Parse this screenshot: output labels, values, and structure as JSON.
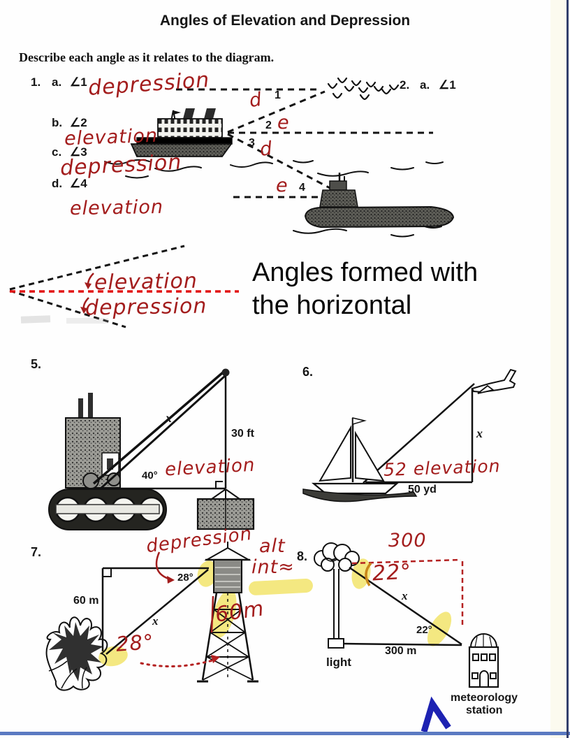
{
  "page": {
    "title": "Angles of Elevation and Depression",
    "instruction": "Describe each angle as it relates to the diagram."
  },
  "problem1": {
    "number": "1.",
    "parts": [
      {
        "label": "a.",
        "angle": "∠1",
        "answer": "depression"
      },
      {
        "label": "b.",
        "angle": "∠2",
        "answer": "elevation"
      },
      {
        "label": "c.",
        "angle": "∠3",
        "answer": "depression"
      },
      {
        "label": "d.",
        "angle": "∠4",
        "answer": "elevation"
      }
    ]
  },
  "problem2": {
    "number": "2.",
    "part_label": "a.",
    "angle": "∠1"
  },
  "ship_diagram": {
    "angle_1": "1",
    "angle_2": "2",
    "angle_3": "3",
    "angle_4": "4",
    "red_1": "d",
    "red_2": "e",
    "red_3": "d",
    "red_4": "e"
  },
  "key_diagram": {
    "elevation_label": "elevation",
    "depression_label": "depression",
    "caption_line1": "Angles formed with",
    "caption_line2": "the horizontal"
  },
  "problem5": {
    "number": "5.",
    "hypotenuse_label": "x",
    "height_label": "30 ft",
    "angle_label": "40°",
    "annotation": "elevation"
  },
  "problem6": {
    "number": "6.",
    "side_label": "x",
    "base_label": "50 yd",
    "annotation": "52 elevation"
  },
  "problem7": {
    "number": "7.",
    "height_label": "60 m",
    "hypotenuse_label": "x",
    "angle_top_label": "28°",
    "annotation_depression": "depression",
    "annotation_height": "60m",
    "annotation_angle": "28°"
  },
  "problem8": {
    "number": "8.",
    "annotation_distance": "300",
    "annotation_angle": "22°",
    "hypotenuse_label": "x",
    "angle_label": "22°",
    "base_label": "300 m",
    "light_label": "light",
    "station_label_line1": "meteorology",
    "station_label_line2": "station"
  },
  "margin_note": {
    "line1": "alt",
    "line2": "int≈"
  },
  "colors": {
    "handwriting_red": "#a31d1d",
    "key_line_red": "#e21313",
    "highlight_yellow": "#f2e25e",
    "arrow_blue": "#1d22b2",
    "bottom_border_blue": "#5b7ac2",
    "right_border_navy": "#333f6d"
  }
}
